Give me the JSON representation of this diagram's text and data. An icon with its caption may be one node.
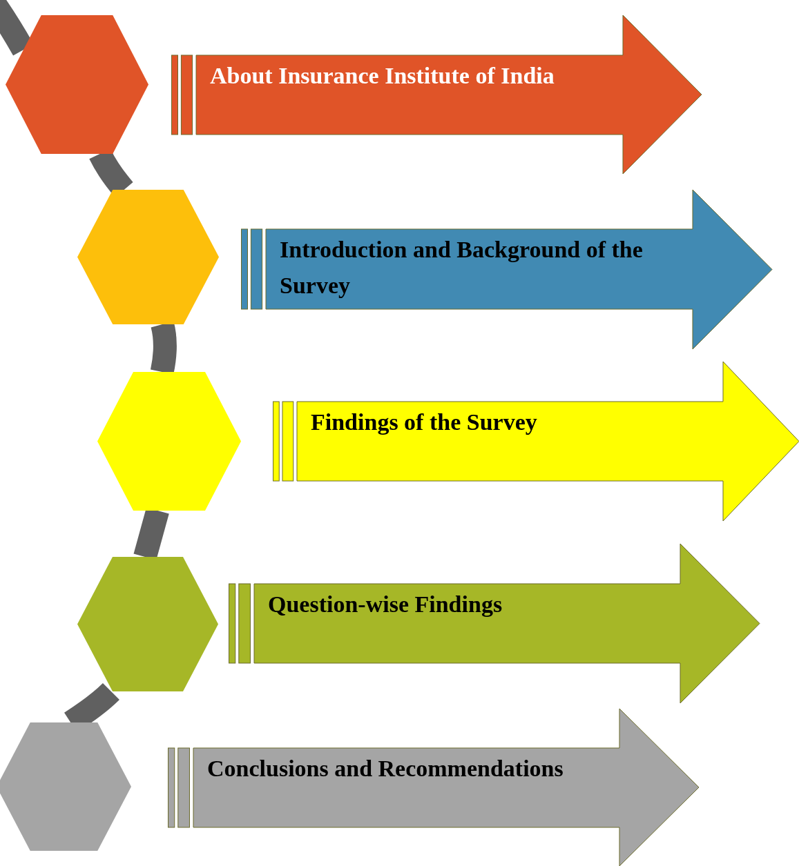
{
  "diagram": {
    "nodes": [
      {
        "text": [],
        "shape": "hexagon"
      },
      {
        "text": [
          "About Insurance Institute of India"
        ]
      },
      {
        "text": [],
        "shape": "hexagon"
      },
      {
        "text": [
          "Introduction and Background of the Survey"
        ]
      },
      {
        "text": [],
        "shape": "hexagon"
      },
      {
        "text": [
          "Findings of the Survey"
        ]
      },
      {
        "text": [],
        "shape": "hexagon"
      },
      {
        "text": [
          "Question-wise Findings"
        ]
      },
      {
        "text": [],
        "shape": "hexagon"
      },
      {
        "text": [
          "Conclusions and Recommendations"
        ]
      }
    ],
    "edges": [
      {
        "from": null,
        "to": 0,
        "arrow": "none"
      },
      {
        "from": 0,
        "to": 2,
        "arrow": "none"
      },
      {
        "from": 2,
        "to": 4,
        "arrow": "none"
      },
      {
        "from": 4,
        "to": 6,
        "arrow": "none"
      },
      {
        "from": 6,
        "to": 8,
        "arrow": "none"
      }
    ]
  }
}
